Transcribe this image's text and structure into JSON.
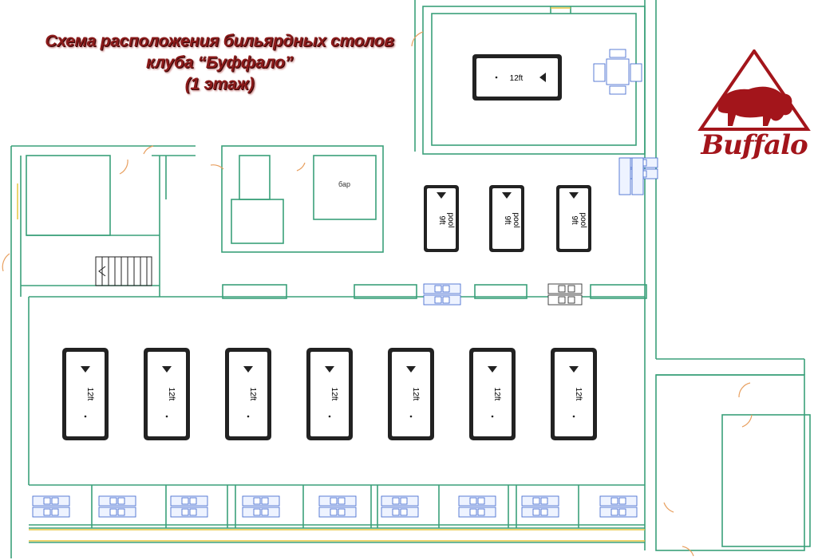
{
  "title": {
    "line1": "Схема расположения бильярдных столов",
    "line2": "клуба “Буффало”",
    "line3": "(1 этаж)"
  },
  "logo": {
    "text": "Buffalo",
    "icon": "buffalo-icon"
  },
  "rooms": {
    "bar_label": "бар"
  },
  "tables": {
    "vip": {
      "label": "12ft"
    },
    "pool": [
      {
        "label": "9ft",
        "sub": "pool"
      },
      {
        "label": "9ft",
        "sub": "pool"
      },
      {
        "label": "9ft",
        "sub": "pool"
      }
    ],
    "main": [
      {
        "label": "12ft"
      },
      {
        "label": "12ft"
      },
      {
        "label": "12ft"
      },
      {
        "label": "12ft"
      },
      {
        "label": "12ft"
      },
      {
        "label": "12ft"
      },
      {
        "label": "12ft"
      }
    ]
  },
  "colors": {
    "wall": "#3aa07a",
    "brand": "#a3151b",
    "furniture": "#4a6fd0",
    "window": "#e6c640"
  }
}
